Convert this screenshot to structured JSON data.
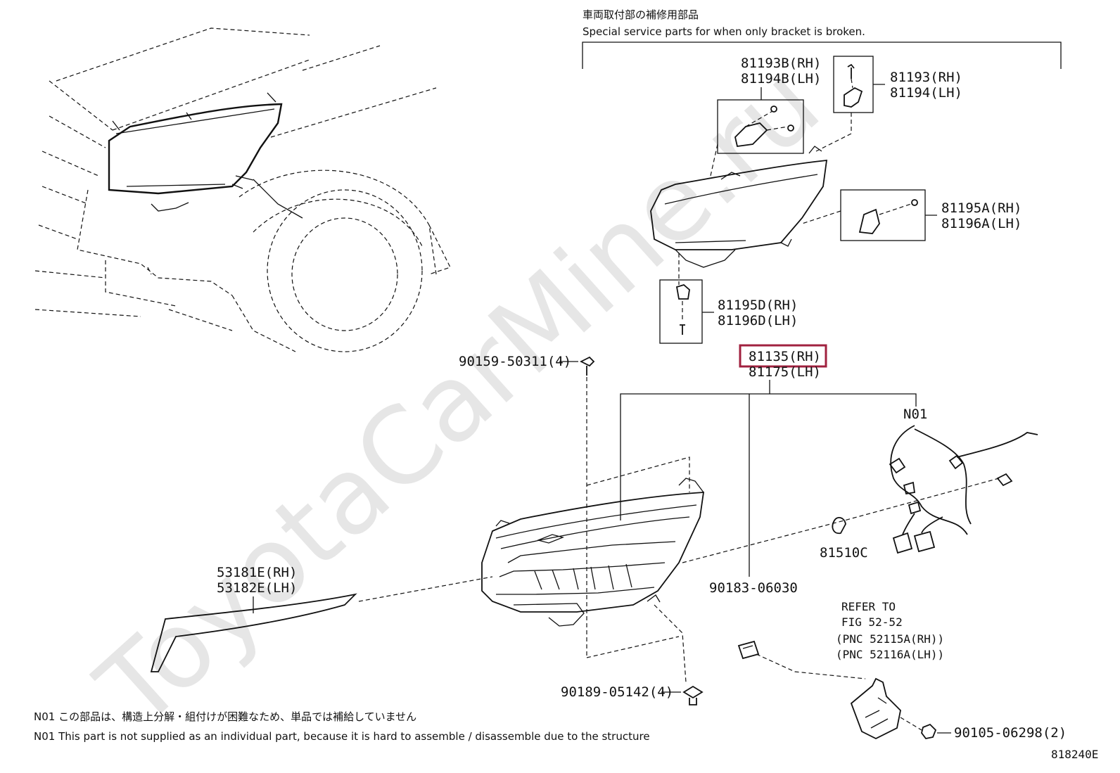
{
  "watermark": "ToyotaCarMine.ru",
  "header": {
    "jp": "車両取付部の補修用部品",
    "en": "Special service parts for when only bracket is broken."
  },
  "labels": {
    "p81193b": "81193B(RH)",
    "p81194b": "81194B(LH)",
    "p81193": "81193(RH)",
    "p81194": "81194(LH)",
    "p81195a": "81195A(RH)",
    "p81196a": "81196A(LH)",
    "p81195d": "81195D(RH)",
    "p81196d": "81196D(LH)",
    "p81135": "81135(RH)",
    "p81175": "81175(LH)",
    "p90159": "90159-50311(4)",
    "n01": "N01",
    "p81510c": "81510C",
    "p53181e": "53181E(RH)",
    "p53182e": "53182E(LH)",
    "p90183": "90183-06030",
    "refer1": "REFER TO",
    "refer2": "FIG 52-52",
    "refer3": "(PNC 52115A(RH))",
    "refer4": "(PNC 52116A(LH))",
    "p90189": "90189-05142(4)",
    "p90105": "90105-06298(2)"
  },
  "notes": {
    "jp": "N01 この部品は、構造上分解・組付けが困難なため、単品では補給していません",
    "en": "N01 This part is not supplied as an individual part, because it is hard to assemble / disassemble due to the structure"
  },
  "figure_id": "818240E",
  "highlight_color": "#a0213f"
}
